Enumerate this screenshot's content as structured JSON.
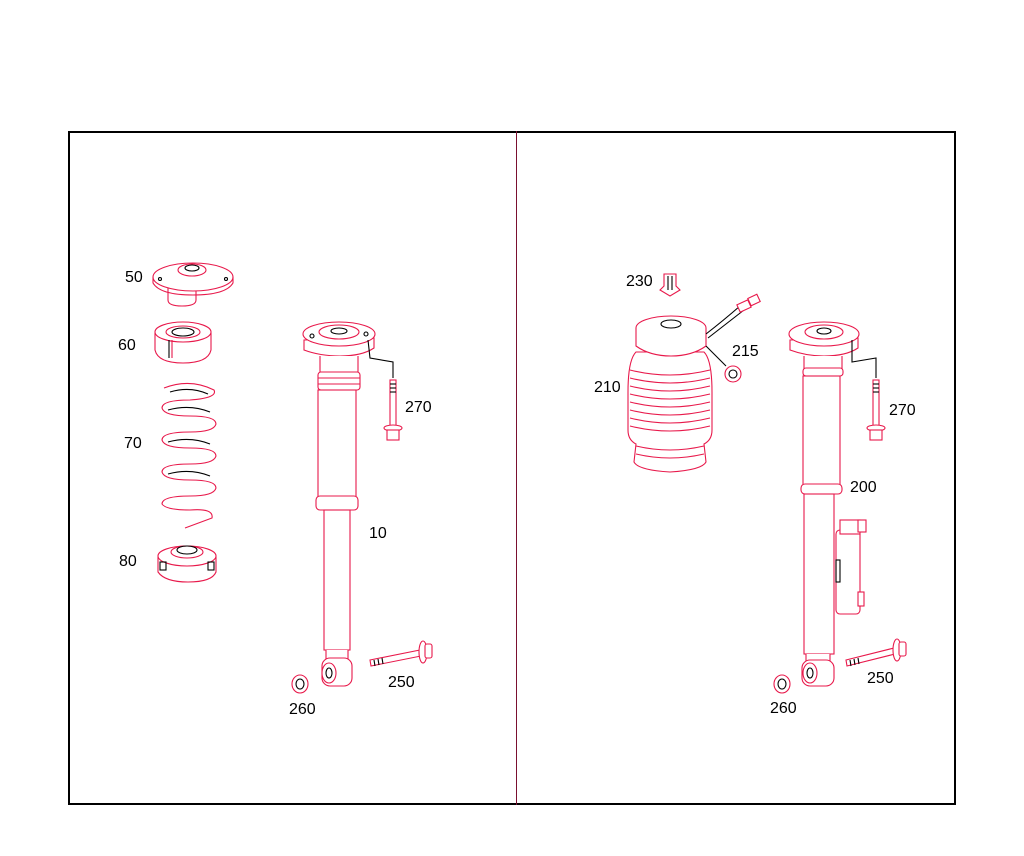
{
  "diagram": {
    "type": "exploded-parts-diagram",
    "colors": {
      "frame": "#000000",
      "divider": "#7a1030",
      "highlight": "#e8194b",
      "outline": "#000000"
    },
    "left_panel": {
      "parts": [
        {
          "number": "50",
          "name": "spring-strut-mount"
        },
        {
          "number": "60",
          "name": "upper-spring-seat"
        },
        {
          "number": "70",
          "name": "coil-spring"
        },
        {
          "number": "80",
          "name": "lower-spring-seat"
        },
        {
          "number": "10",
          "name": "shock-absorber"
        },
        {
          "number": "270",
          "name": "mounting-bolt"
        },
        {
          "number": "250",
          "name": "lower-bolt"
        },
        {
          "number": "260",
          "name": "lower-nut"
        }
      ]
    },
    "right_panel": {
      "parts": [
        {
          "number": "230",
          "name": "clip"
        },
        {
          "number": "210",
          "name": "air-spring-bellows"
        },
        {
          "number": "215",
          "name": "nut"
        },
        {
          "number": "200",
          "name": "shock-absorber-adaptive"
        },
        {
          "number": "270",
          "name": "mounting-bolt"
        },
        {
          "number": "250",
          "name": "lower-bolt"
        },
        {
          "number": "260",
          "name": "lower-nut"
        }
      ]
    }
  }
}
